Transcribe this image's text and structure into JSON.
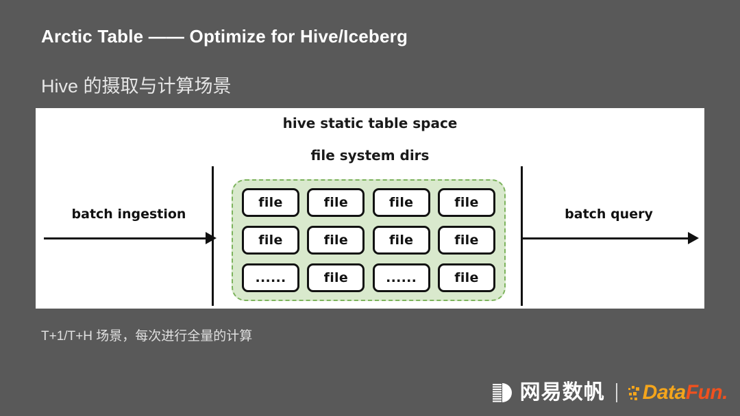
{
  "slide": {
    "title": "Arctic Table —— Optimize for Hive/Iceberg",
    "subtitle": "Hive 的摄取与计算场景",
    "caption": "T+1/T+H 场景，每次进行全量的计算",
    "background_color": "#595959",
    "title_color": "#ffffff",
    "subtitle_color": "#e6e6e6"
  },
  "diagram": {
    "panel_background": "#ffffff",
    "heading_primary": "hive static table space",
    "heading_secondary": "file system dirs",
    "left_arrow_label": "batch ingestion",
    "right_arrow_label": "batch query",
    "container": {
      "fill_color": "#d9e9cd",
      "border_color": "#7cb35c",
      "rows": [
        [
          "file",
          "file",
          "file",
          "file"
        ],
        [
          "file",
          "file",
          "file",
          "file"
        ],
        [
          "......",
          "file",
          "......",
          "file"
        ]
      ]
    }
  },
  "footer": {
    "netease_text": "网易数帆",
    "datafun_data": "Data",
    "datafun_fun": "Fun.",
    "datafun_data_color": "#F4A51C",
    "datafun_fun_color": "#F0511E"
  }
}
